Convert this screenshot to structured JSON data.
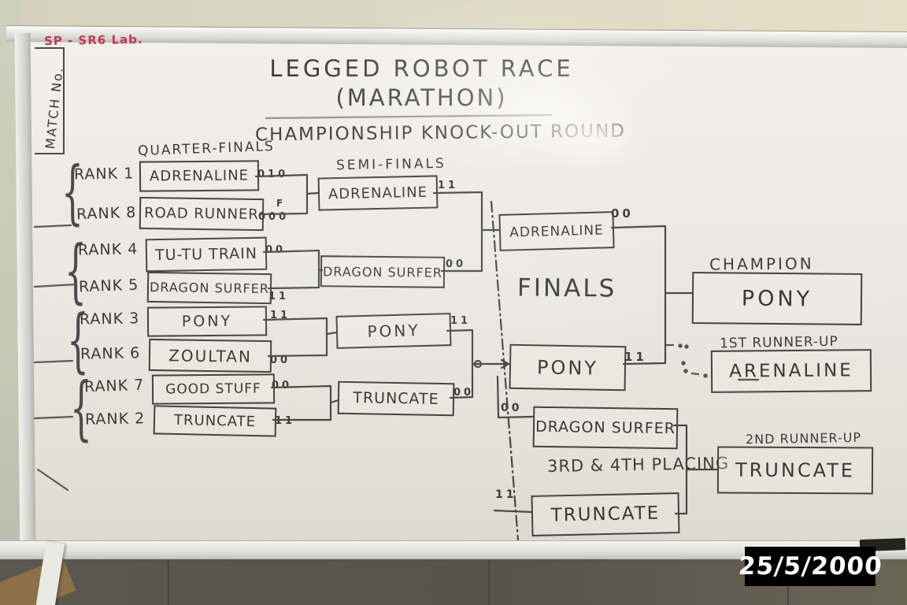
{
  "photo": {
    "lab_label": "SP - SR6 Lab.",
    "match_no_label": "MATCH No.",
    "date_stamp": "25/5/2000"
  },
  "title": {
    "line1": "LEGGED ROBOT RACE",
    "line2": "(MARATHON)",
    "line3": "CHAMPIONSHIP KNOCK-OUT ROUND"
  },
  "labels": {
    "quarter_finals": "QUARTER-FINALS",
    "semi_finals": "SEMI-FINALS",
    "finals": "FINALS",
    "placing": "3RD & 4TH PLACING",
    "champion": "CHAMPION",
    "first_runner_up": "1ST RUNNER-UP",
    "second_runner_up": "2ND RUNNER-UP"
  },
  "quarterfinals": [
    {
      "rank": "RANK 1",
      "name": "ADRENALINE",
      "score": "010"
    },
    {
      "rank": "RANK 8",
      "name": "ROAD RUNNER",
      "score": "000",
      "flag": "F"
    },
    {
      "rank": "RANK 4",
      "name": "TU-TU TRAIN",
      "score": "00"
    },
    {
      "rank": "RANK 5",
      "name": "DRAGON SURFER",
      "score": "11"
    },
    {
      "rank": "RANK 3",
      "name": "PONY",
      "score": "11"
    },
    {
      "rank": "RANK 6",
      "name": "ZOULTAN",
      "score": "00"
    },
    {
      "rank": "RANK 7",
      "name": "GOOD STUFF",
      "score": "00"
    },
    {
      "rank": "RANK 2",
      "name": "TRUNCATE",
      "score": "11"
    }
  ],
  "semifinals": [
    {
      "name": "ADRENALINE",
      "score": "11"
    },
    {
      "name": "DRAGON SURFER",
      "score": "00"
    },
    {
      "name": "PONY",
      "score": "11"
    },
    {
      "name": "TRUNCATE",
      "score": "00"
    }
  ],
  "finals": [
    {
      "name": "ADRENALINE",
      "score": "00"
    },
    {
      "name": "PONY",
      "score": "11"
    }
  ],
  "placing_match": [
    {
      "name": "DRAGON SURFER",
      "score": "00"
    },
    {
      "name": "TRUNCATE",
      "score": "11"
    }
  ],
  "results": {
    "champion": "PONY",
    "first_runner_up": "ARENALINE",
    "second_runner_up": "TRUNCATE"
  },
  "decor": {
    "brace": "{"
  }
}
